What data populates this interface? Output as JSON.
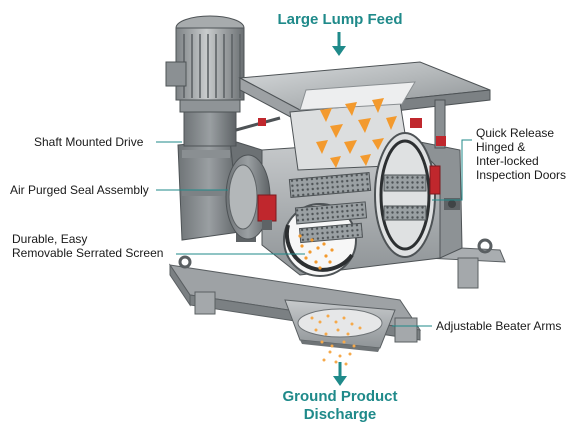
{
  "colors": {
    "accent_teal": "#1f8a8a",
    "feed_orange": "#f39a2e",
    "discharge_orange": "#f6a94a",
    "seal_red": "#c0272d",
    "machine_grey": "#a8acae",
    "machine_dark": "#6e7376"
  },
  "labels": {
    "feed_title": "Large Lump Feed",
    "discharge_line1": "Ground Product",
    "discharge_line2": "Discharge",
    "shaft_drive": "Shaft Mounted Drive",
    "air_seal": "Air Purged Seal Assembly",
    "screen_line1": "Durable, Easy",
    "screen_line2": "Removable Serrated Screen",
    "doors_line1": "Quick Release",
    "doors_line2": "Hinged &",
    "doors_line3": "Inter-locked",
    "doors_line4": "Inspection Doors",
    "beater_arms": "Adjustable Beater Arms"
  },
  "icons": {
    "feed_arrow": "arrow-down-icon",
    "discharge_arrow": "arrow-down-icon"
  }
}
